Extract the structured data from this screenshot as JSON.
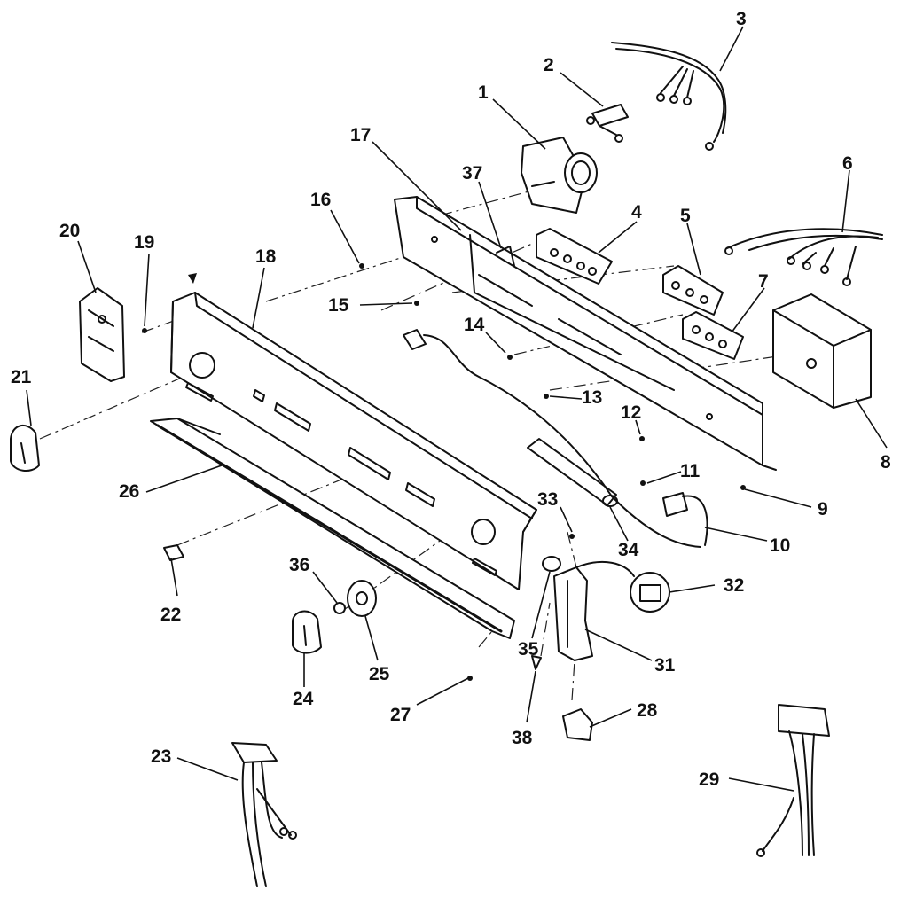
{
  "parts": {
    "p1": "1",
    "p2": "2",
    "p3": "3",
    "p4": "4",
    "p5": "5",
    "p6": "6",
    "p7": "7",
    "p8": "8",
    "p9": "9",
    "p10": "10",
    "p11": "11",
    "p12": "12",
    "p13": "13",
    "p14": "14",
    "p15": "15",
    "p16": "16",
    "p17": "17",
    "p18": "18",
    "p19": "19",
    "p20": "20",
    "p21": "21",
    "p22": "22",
    "p23": "23",
    "p24": "24",
    "p25": "25",
    "p26": "26",
    "p27": "27",
    "p28": "28",
    "p29": "29",
    "p31": "31",
    "p32": "32",
    "p33": "33",
    "p34": "34",
    "p35": "35",
    "p36": "36",
    "p37": "37",
    "p38": "38"
  }
}
